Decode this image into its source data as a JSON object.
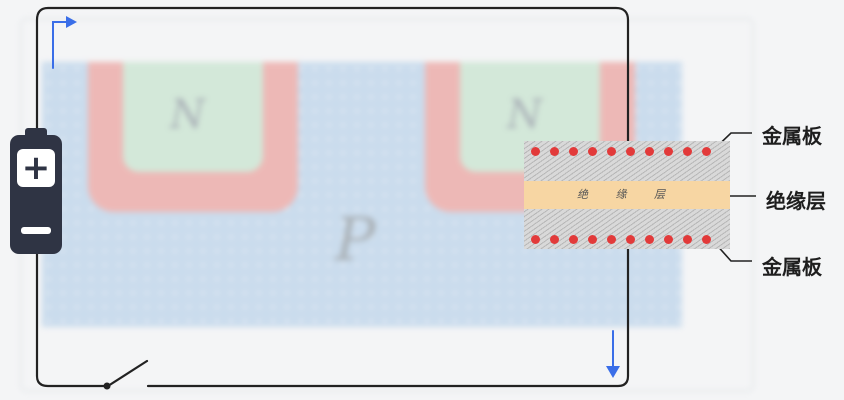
{
  "diagram": {
    "background_letters": [
      "N",
      "N",
      "P"
    ],
    "battery": {
      "positive_symbol": "+"
    },
    "capacitor": {
      "insulator_text": "绝 缘 层",
      "top_plate_label": "金属板",
      "insulator_label": "绝缘层",
      "bottom_plate_label": "金属板",
      "charges_per_plate": 10
    },
    "colors": {
      "wire": "#222222",
      "current_arrow": "#3a6ee8",
      "charge": "#e23a3a",
      "battery": "#2f3444",
      "insulator": "#f7d6a3",
      "p_substrate": "#a9c8e6",
      "p_well": "#e98883",
      "n_region": "#b9dec2"
    }
  }
}
